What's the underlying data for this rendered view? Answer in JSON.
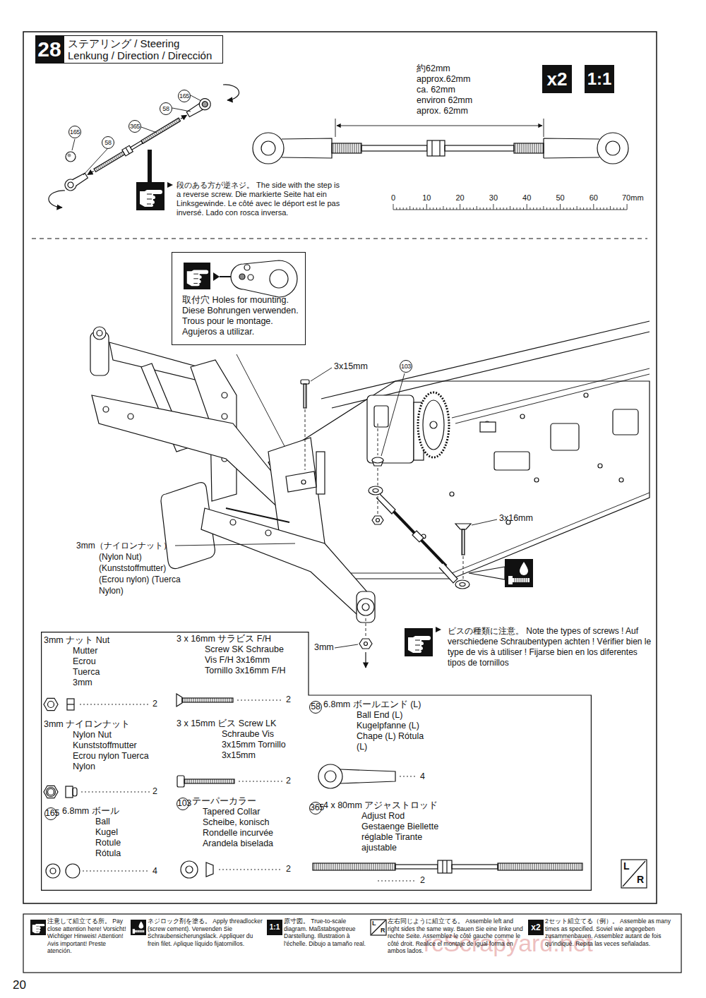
{
  "diagram": {
    "title": "ステアリング / Steering Lenkung / Direction / Dirección",
    "nodes": [
      {
        "text": [
          "28"
        ]
      },
      {
        "text": [
          "x2"
        ]
      },
      {
        "text": [
          "1:1"
        ]
      },
      {
        "text": [
          "取付穴 Holes for mounting. Diese Bohrungen verwenden. Trous pour le montage. Agujeros a utilizar."
        ]
      },
      {
        "text": [
          "3mm ナット Nut Mutter Ecrou Tuerca 3mm",
          "2",
          "3mm ナイロンナット Nylon Nut Kunststoffmutter Ecrou nylon Tuerca Nylon",
          "2",
          "165",
          "6.8mm ボール Ball Kugel Rotule Rótula",
          "4",
          "3 x 16mm サラビス F/H Screw SK Schraube Vis F/H 3x16mm Tornillo 3x16mm F/H",
          "2",
          "3 x 15mm ビス Screw LK Schraube Vis 3x15mm Tornillo 3x15mm",
          "2",
          "103",
          "テーパーカラー Tapered Collar Scheibe, konisch Rondelle incurvée Arandela biselada",
          "2",
          "58",
          "6.8mm ボールエンド (L) Ball End (L) Kugelpfanne (L) Chape (L) Rótula (L)",
          "4",
          "365",
          "4 x 80mm アジャストロッド Adjust Rod Gestaenge Biellette réglable Tirante ajustable",
          "2"
        ]
      }
    ],
    "labels": [
      "165",
      "58",
      "365",
      "165",
      "58",
      "段のある方が逆ネジ。 The side with the step is a reverse screw. Die markierte Seite hat ein Linksgewinde. Le côté avec le déport est le pas inversé. Lado con rosca inversa.",
      "約62mm approx.62mm ca. 62mm environ 62mm aprox. 62mm",
      "0",
      "10",
      "20",
      "30",
      "40",
      "50",
      "60",
      "70mm",
      "3x15mm",
      "103",
      "3x16mm",
      "3mm（ナイロンナット） (Nylon Nut) (Kunststoffmutter) (Ecrou nylon) (Tuerca Nylon)",
      "3mm",
      "ビスの種類に注意。 Note the types of screws ! Auf verschiedene Schraubentypen achten ! Vérifier bien le type de vis à utiliser ! Fijarse bien en los diferentes tipos de tornillos",
      "L",
      "R",
      "20",
      "rcScrapyard.net",
      "1:1",
      "L",
      "R",
      "x2"
    ],
    "legend": [
      {
        "text": "注意して組立てる所。 Pay close attention here! Vorsicht! Wichtiger Hinweis! Attention! Avis important! Preste atención."
      },
      {
        "text": "ネジロック剤を塗る。 Apply threadlocker (screw cement). Verwenden Sie Schraubensicherungslack. Appliquer du frein filet. Aplique líquido fijatornillos."
      },
      {
        "text": "原寸図。 True-to-scale diagram. Maßstabsgetreue Darstellung. Illustration à l'échelle. Dibujo a tamaño real."
      },
      {
        "text": "左右同じように組立てる。 Assemble left and right sides the same way. Bauen Sie eine linke und rechte Seite. Assemblez le côté gauche comme le côté droit. Realice el montaje de igual forma en ambos lados."
      },
      {
        "text": "2セット組立てる（例）。 Assemble as many times as specified. Soviel wie angegeben zusammenbauen. Assemblez autant de fois qu'indiqué. Repita las veces señaladas."
      }
    ]
  }
}
